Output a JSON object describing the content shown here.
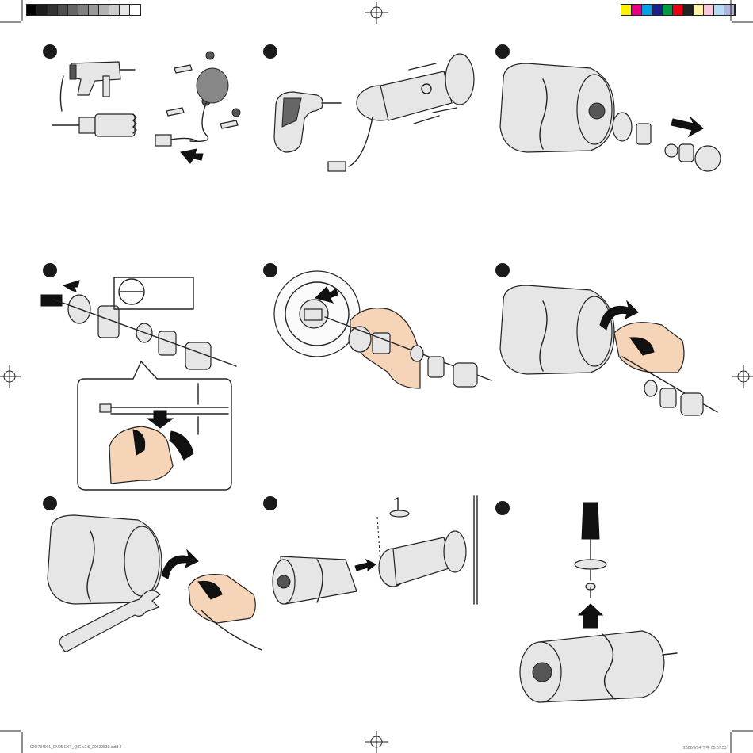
{
  "colors": {
    "skin": "#f6d4b8",
    "marker": "#1a1a1a",
    "process_swatches": [
      "#fff200",
      "#e6007e",
      "#00a0e9",
      "#1d2088",
      "#009944",
      "#e60012",
      "#222222",
      "#fdf4a8",
      "#f9c8dd",
      "#b3dcf4",
      "#b0b3d6"
    ]
  },
  "steps": [
    {
      "id": 1,
      "icons": [
        "drill-icon",
        "hole-saw-icon",
        "anchor-icon",
        "mounting-template-icon",
        "network-cable-icon",
        "arrow-icon"
      ]
    },
    {
      "id": 2,
      "icons": [
        "screwdriver-icon",
        "camera-mount-icon",
        "screw-icon",
        "network-cable-icon"
      ]
    },
    {
      "id": 3,
      "icons": [
        "camera-body-icon",
        "cable-gland-icon",
        "arrow-icon"
      ]
    },
    {
      "id": 4,
      "icons": [
        "network-plug-icon",
        "gland-parts-icon",
        "cable-diameter-callout-icon",
        "hand-icon"
      ]
    },
    {
      "id": 5,
      "icons": [
        "camera-back-plate-icon",
        "rj45-port-icon",
        "hand-icon",
        "arrow-icon"
      ]
    },
    {
      "id": 6,
      "icons": [
        "camera-body-icon",
        "hand-icon",
        "rotate-arrow-icon"
      ]
    },
    {
      "id": 7,
      "icons": [
        "camera-body-icon",
        "wrench-icon",
        "hand-icon",
        "rotate-arrow-icon"
      ]
    },
    {
      "id": 8,
      "icons": [
        "camera-body-icon",
        "hex-key-icon",
        "wall-mount-icon",
        "arrow-icon"
      ]
    },
    {
      "id": 9,
      "icons": [
        "screwdriver-icon",
        "screw-icon",
        "camera-body-icon",
        "arrow-icon"
      ]
    }
  ],
  "footer": {
    "left": "02O734901_EN05 EXT_QIG v2.5_20220530.indd 2",
    "right": "2022/6/14 下午 03:07:33"
  }
}
